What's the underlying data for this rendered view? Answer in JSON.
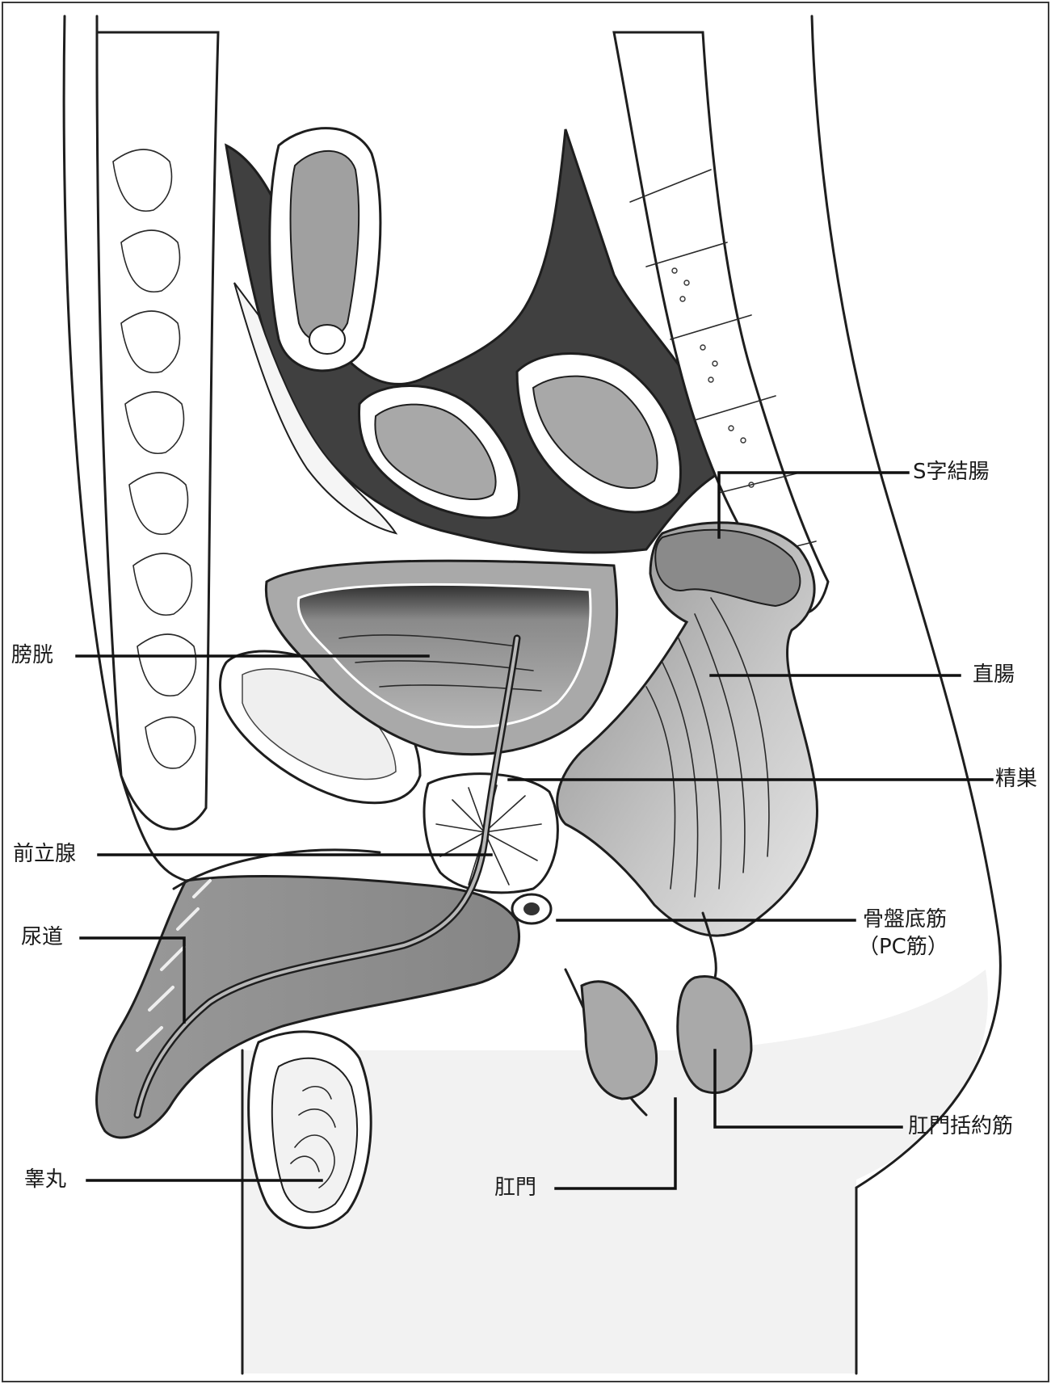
{
  "labels": {
    "sigmoid_colon": "S字結腸",
    "bladder": "膀胱",
    "rectum": "直腸",
    "seminal_vesicle": "精巣",
    "prostate": "前立腺",
    "pelvic_floor_muscle_line1": "骨盤底筋",
    "pelvic_floor_muscle_line2": "（PC筋）",
    "urethra": "尿道",
    "anal_sphincter": "肛門括約筋",
    "testis": "睾丸",
    "anus": "肛門"
  },
  "colors": {
    "outline": "#1e1e1e",
    "organ_fill": "#a9a9a9",
    "organ_dark": "#595959",
    "cavity_dark": "#3f3f3f",
    "skin_fill": "#f4f4f4",
    "background": "#ffffff"
  }
}
